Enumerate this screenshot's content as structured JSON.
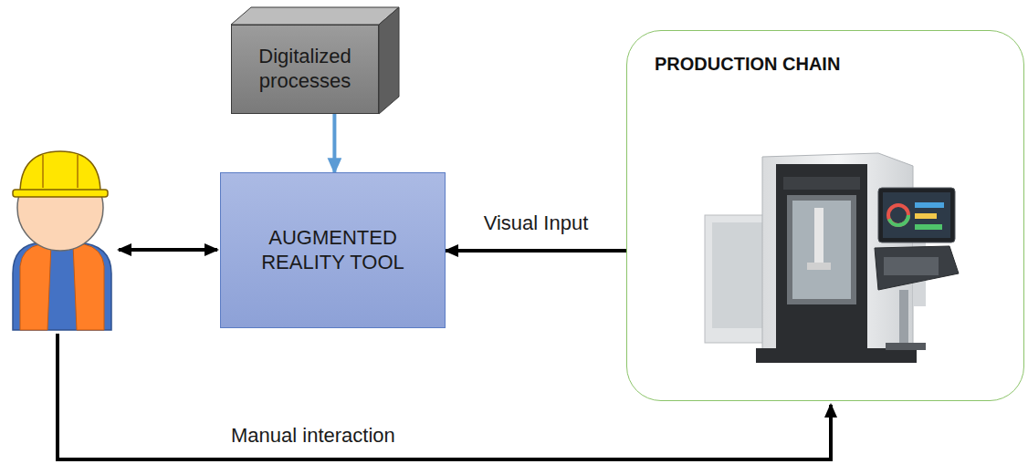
{
  "diagram": {
    "nodes": [
      {
        "text": [
          "Digitalized processes"
        ]
      },
      {
        "text": [
          "AUGMENTED REALITY TOOL"
        ]
      },
      {
        "text": [
          "PRODUCTION CHAIN"
        ]
      }
    ],
    "edges": [
      {
        "from": 0,
        "to": 1,
        "arrow": "to"
      },
      {
        "from": 2,
        "to": 1,
        "label": "Visual Input",
        "arrow": "to"
      }
    ],
    "labels": [
      "Manual interaction"
    ]
  }
}
